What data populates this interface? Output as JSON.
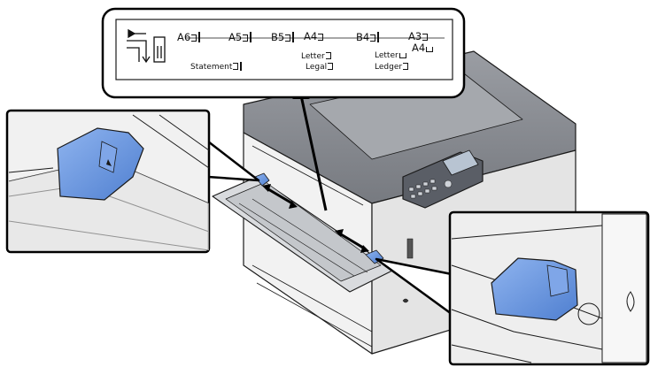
{
  "scale": {
    "a6": "A6",
    "a5": "A5",
    "b5": "B5",
    "a4": "A4",
    "b4": "B4",
    "a3": "A3",
    "a4_land": "A4",
    "statement": "Statement",
    "letter": "Letter",
    "legal": "Legal",
    "letter_land": "Letter",
    "ledger": "Ledger"
  },
  "icons": {
    "feed": "paper-feed-icon",
    "tray": "paper-stack-icon"
  },
  "colors": {
    "guide_blue": "#6f9be0",
    "guide_blue_dark": "#3d6cc0",
    "printer_top": "#8a8d93",
    "printer_body": "#f4f4f4",
    "outline": "#1a1a1a"
  }
}
